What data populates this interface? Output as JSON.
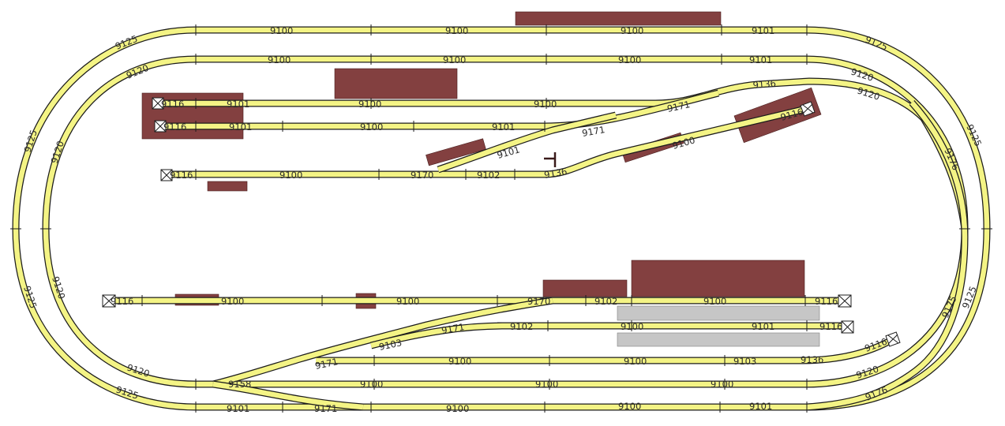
{
  "colors": {
    "track_fill": "#f4f485",
    "track_edge": "#1c1c1c",
    "building": "#834040",
    "platform": "#c6c6c6",
    "background": "#ffffff"
  },
  "track_labels": {
    "outer_top": [
      "9125",
      "9100",
      "9100",
      "9100",
      "9101",
      "9125"
    ],
    "inner_top": [
      "9120",
      "9100",
      "9100",
      "9100",
      "9101",
      "9120"
    ],
    "outer_left": [
      "9125",
      "9125"
    ],
    "inner_left": [
      "9120",
      "9120"
    ],
    "outer_right": [
      "9125",
      "9125"
    ],
    "inner_right": [
      "9120"
    ],
    "siding_1": [
      "9116",
      "9101",
      "9100",
      "9100",
      "9171",
      "9136"
    ],
    "siding_2": [
      "9116",
      "9101",
      "9100",
      "9101",
      "9171"
    ],
    "siding_3": [
      "9116",
      "9100",
      "9170",
      "9102",
      "9136"
    ],
    "diagonal_upper": [
      "9101",
      "9100",
      "9116"
    ],
    "crossover_right": [
      "9176",
      "9175",
      "9176"
    ],
    "lower_1": [
      "9116",
      "9100",
      "9100",
      "9170",
      "9102",
      "9100",
      "9116"
    ],
    "lower_2": [
      "9171",
      "9102",
      "9100",
      "9101",
      "9116"
    ],
    "lower_3": [
      "9103",
      "9171",
      "9100",
      "9100",
      "9103",
      "9136",
      "9116"
    ],
    "inner_bottom": [
      "9120",
      "9158",
      "9100",
      "9100",
      "9100",
      "9120"
    ],
    "outer_bottom": [
      "9125",
      "9101",
      "9171",
      "9100",
      "9100",
      "9101"
    ]
  },
  "icons": {
    "buffer_stop": "buffer-stop-icon",
    "signal": "signal-icon"
  }
}
